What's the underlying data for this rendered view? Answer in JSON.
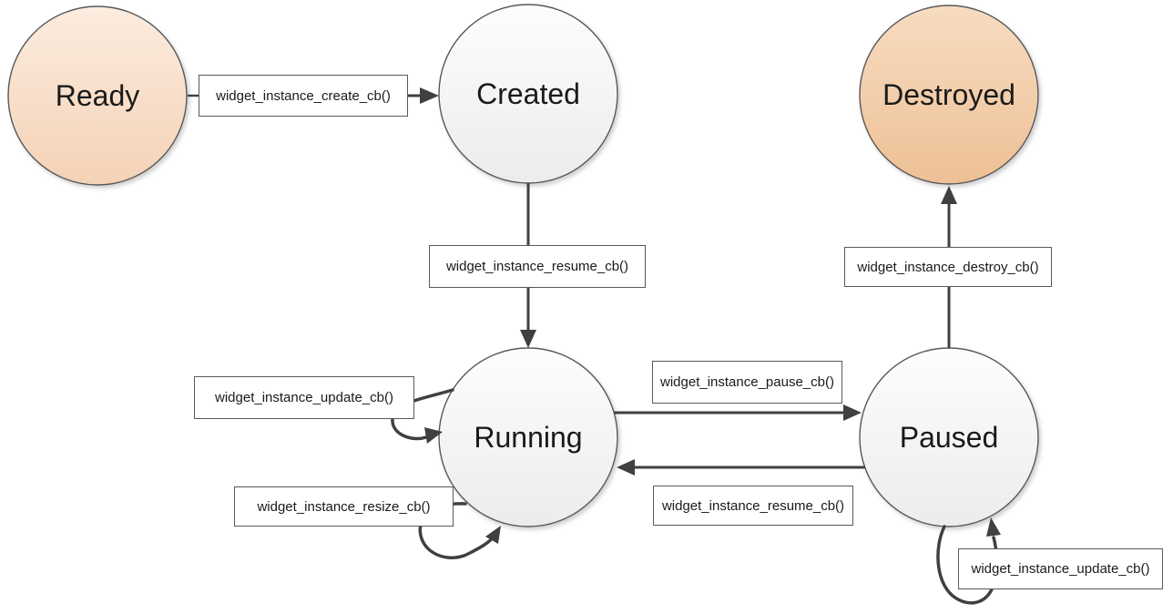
{
  "states": [
    {
      "id": "ready",
      "label": "Ready"
    },
    {
      "id": "created",
      "label": "Created"
    },
    {
      "id": "destroyed",
      "label": "Destroyed"
    },
    {
      "id": "running",
      "label": "Running"
    },
    {
      "id": "paused",
      "label": "Paused"
    }
  ],
  "transitions": [
    {
      "id": "create",
      "label": "widget_instance_create_cb()",
      "from": "Ready",
      "to": "Created"
    },
    {
      "id": "resume_created",
      "label": "widget_instance_resume_cb()",
      "from": "Created",
      "to": "Running"
    },
    {
      "id": "pause",
      "label": "widget_instance_pause_cb()",
      "from": "Running",
      "to": "Paused"
    },
    {
      "id": "resume_paused",
      "label": "widget_instance_resume_cb()",
      "from": "Paused",
      "to": "Running"
    },
    {
      "id": "destroy",
      "label": "widget_instance_destroy_cb()",
      "from": "Paused",
      "to": "Destroyed"
    },
    {
      "id": "update_running",
      "label": "widget_instance_update_cb()",
      "from": "Running",
      "to": "Running"
    },
    {
      "id": "resize_running",
      "label": "widget_instance_resize_cb()",
      "from": "Running",
      "to": "Running"
    },
    {
      "id": "update_paused",
      "label": "widget_instance_update_cb()",
      "from": "Paused",
      "to": "Paused"
    }
  ],
  "colors": {
    "background": "#ffffff",
    "arrow_color": "#404040",
    "node_stroke": "#595959",
    "label_box_bg": "#ffffff",
    "label_box_border": "#595959",
    "text_color": "#1a1a1a",
    "peach_light_top": "#fcecdf",
    "peach_light_bottom": "#f4d2b6",
    "peach_dark_top": "#f7dcc1",
    "peach_dark_bottom": "#eec096",
    "neutral_top": "#fdfdfd",
    "neutral_bottom": "#ececec"
  }
}
